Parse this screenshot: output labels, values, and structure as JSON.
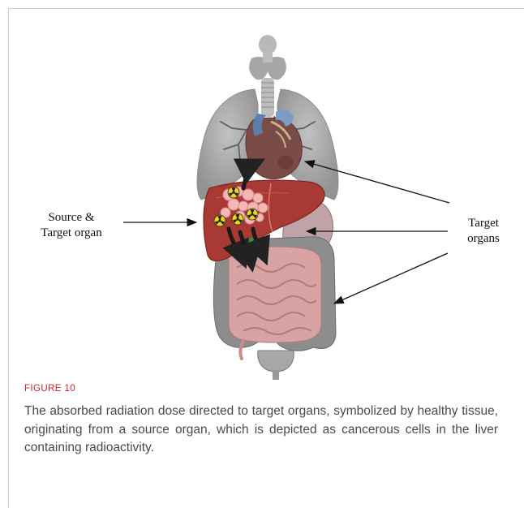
{
  "figure": {
    "source_label_line1": "Source &",
    "source_label_line2": "Target organ",
    "target_label_line1": "Target",
    "target_label_line2": "organs",
    "caption_title": "FIGURE 10",
    "caption_text": "The absorbed radiation dose directed to target organs, symbolized by healthy tissue, originating from a source organ, which is depicted as cancerous cells in the liver containing radioactivity."
  },
  "colors": {
    "liver": "#a83a33",
    "liver_dark": "#7e2420",
    "lung": "#a9a9a9",
    "intestine": "#d9a3a3",
    "colon": "#8c8c8c",
    "caption_title": "#c4202a",
    "radiation_symbol": "#f2d11b"
  },
  "icons": [
    "radiation-symbol-icon"
  ]
}
